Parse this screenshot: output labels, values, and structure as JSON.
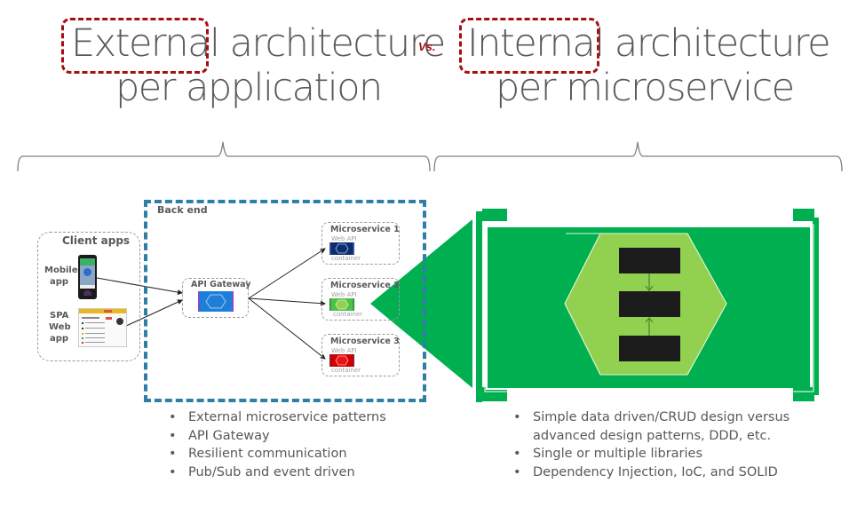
{
  "titles": {
    "left": {
      "highlight": "External",
      "rest": "architecture",
      "line2": "per application"
    },
    "vs": "Vs.",
    "right": {
      "highlight": "Internal",
      "rest": "architecture",
      "line2": "per microservice"
    }
  },
  "colors": {
    "highlight_border": "#a50f15",
    "backend_border": "#2f7ea6",
    "green_dark": "#00b050",
    "green_light": "#92d050",
    "gateway_blue": "#1e7fd8",
    "ms1": "#0f2c6e",
    "ms2": "#4cc24c",
    "ms3": "#cc0000"
  },
  "external_diagram": {
    "client_apps": {
      "title": "Client apps",
      "mobile_label_1": "Mobile",
      "mobile_label_2": "app",
      "spa_label_1": "SPA",
      "spa_label_2": "Web",
      "spa_label_3": "app"
    },
    "backend": {
      "title": "Back end",
      "gateway": "API Gateway",
      "microservices": [
        {
          "name": "Microservice 1",
          "top": "Web API",
          "bottom": "container"
        },
        {
          "name": "Microservice 2",
          "top": "Web API",
          "bottom": "container"
        },
        {
          "name": "Microservice 3",
          "top": "Web API",
          "bottom": "container"
        }
      ]
    }
  },
  "bullets_left": [
    "External microservice patterns",
    "API Gateway",
    "Resilient communication",
    "Pub/Sub and event driven"
  ],
  "bullets_right": [
    {
      "line1": "Simple data driven/CRUD design versus",
      "line2": "advanced design patterns, DDD, etc."
    },
    {
      "line1": "Single or multiple libraries"
    },
    {
      "line1": "Dependency Injection, IoC, and SOLID"
    }
  ]
}
